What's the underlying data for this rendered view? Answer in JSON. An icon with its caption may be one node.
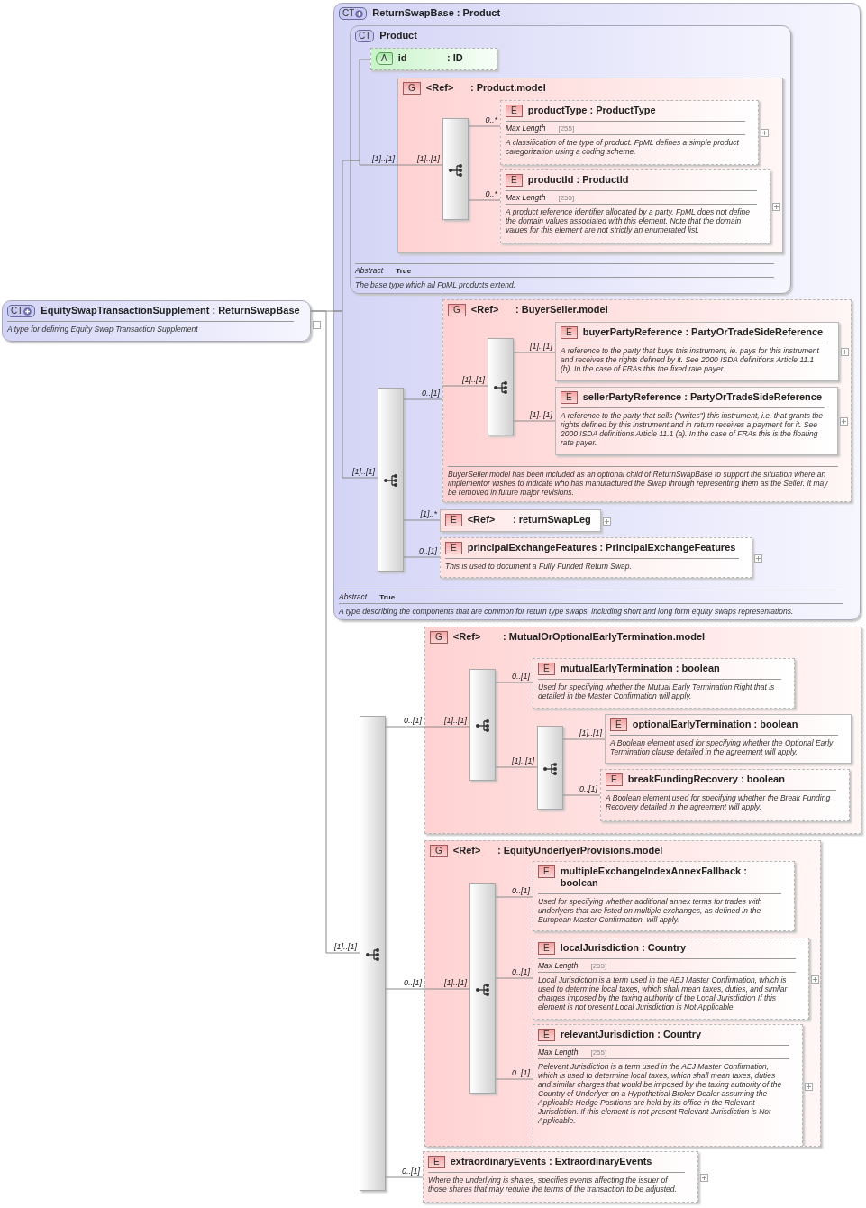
{
  "diagram": {
    "nodes": [
      {
        "text": [
          "CT",
          "EquitySwapTransactionSupplement : ReturnSwapBase",
          "A type for defining Equity Swap Transaction Supplement"
        ]
      },
      {
        "text": [
          "CT",
          "ReturnSwapBase : Product",
          "Abstract",
          "True",
          "A type describing the components that are common for return type swaps, including short and long form equity swaps representations."
        ]
      },
      {
        "text": [
          "CT",
          "Product",
          "Abstract",
          "True",
          "The base type which all FpML products extend."
        ],
        "in": 1
      },
      {
        "text": [
          "A",
          "id",
          ": ID"
        ],
        "in": 2
      },
      {
        "text": [
          "G",
          "<Ref>",
          ": Product.model"
        ],
        "in": 2
      },
      {
        "text": [],
        "shape": "bar",
        "in": 4
      },
      {
        "text": [
          "E",
          "productType : ProductType",
          "Max Length",
          "[255]",
          "A classification of the type of product. FpML defines a simple product categorization using a coding scheme."
        ],
        "in": 4
      },
      {
        "text": [
          "E",
          "productId : ProductId",
          "Max Length",
          "[255]",
          "A product reference identifier allocated by a party. FpML does not define the domain values associated with this element. Note that the domain values for this element are not strictly an enumerated list."
        ],
        "in": 4
      },
      {
        "text": [],
        "shape": "bar",
        "in": 1
      },
      {
        "text": [
          "G",
          "<Ref>",
          ": BuyerSeller.model",
          "BuyerSeller.model has been included as an optional child of ReturnSwapBase to support the situation where an implementor wishes to indicate who has manufactured the Swap through representing them as the Seller. It may be removed in future major revisions."
        ],
        "in": 1
      },
      {
        "text": [],
        "shape": "bar",
        "in": 9
      },
      {
        "text": [
          "E",
          "buyerPartyReference : PartyOrTradeSideReference",
          "A reference to the party that buys this instrument, ie. pays for this instrument and receives the rights defined by it. See 2000 ISDA definitions Article 11.1 (b). In the case of FRAs this the fixed rate payer."
        ],
        "in": 9
      },
      {
        "text": [
          "E",
          "sellerPartyReference : PartyOrTradeSideReference",
          "A reference to the party that sells (\"writes\") this instrument, i.e. that grants the rights defined by this instrument and in return receives a payment for it. See 2000 ISDA definitions Article 11.1 (a). In the case of FRAs this is the floating rate payer."
        ],
        "in": 9
      },
      {
        "text": [
          "E",
          "<Ref>",
          ": returnSwapLeg"
        ],
        "in": 1
      },
      {
        "text": [
          "E",
          "principalExchangeFeatures : PrincipalExchangeFeatures",
          "This is used to document a Fully Funded Return Swap."
        ],
        "in": 1
      },
      {
        "text": [],
        "shape": "bar"
      },
      {
        "text": [
          "G",
          "<Ref>",
          ": MutualOrOptionalEarlyTermination.model"
        ]
      },
      {
        "text": [],
        "shape": "bar",
        "in": 16
      },
      {
        "text": [
          "E",
          "mutualEarlyTermination : boolean",
          "Used for specifying whether the Mutual Early Termination Right that is detailed in the Master Confirmation will apply."
        ],
        "in": 16
      },
      {
        "text": [],
        "shape": "bar",
        "in": 16
      },
      {
        "text": [
          "E",
          "optionalEarlyTermination : boolean",
          "A Boolean element used for specifying whether the Optional Early Termination clause detailed in the agreement will apply."
        ],
        "in": 16
      },
      {
        "text": [
          "E",
          "breakFundingRecovery : boolean",
          "A Boolean element used for specifying whether the Break Funding Recovery detailed in the agreement will apply."
        ],
        "in": 16
      },
      {
        "text": [
          "G",
          "<Ref>",
          ": EquityUnderlyerProvisions.model"
        ]
      },
      {
        "text": [],
        "shape": "bar",
        "in": 22
      },
      {
        "text": [
          "E",
          "multipleExchangeIndexAnnexFallback : boolean",
          "Used for specifying whether additional annex terms for trades with underlyers that are listed on multiple exchanges, as defined in the European Master Confirmation, will apply."
        ],
        "in": 22
      },
      {
        "text": [
          "E",
          "localJurisdiction : Country",
          "Max Length",
          "[255]",
          "Local Jurisdiction is a term used in the AEJ Master Confirmation, which is used to determine local taxes, which shall mean taxes, duties, and similar charges imposed by the taxing authority of the Local Jurisdiction If this element is not present Local Jurisdiction is Not Applicable."
        ],
        "in": 22
      },
      {
        "text": [
          "E",
          "relevantJurisdiction : Country",
          "Max Length",
          "[255]",
          "Relevent Jurisdiction is a term used in the AEJ Master Confirmation, which is used to determine local taxes, which shall mean taxes, duties and similar charges that would be imposed by the taxing authority of the Country of Underlyer on a Hypothetical Broker Dealer assuming the Applicable Hedge Positions are held by its office in the Relevant Jurisdiction. If this element is not present Relevant Jurisdiction is Not Applicable."
        ],
        "in": 22
      },
      {
        "text": [
          "E",
          "extraordinaryEvents : ExtraordinaryEvents",
          "Where the underlying is shares, specifies events affecting the issuer of those shares that may require the terms of the transaction to be adjusted."
        ]
      }
    ],
    "edges": [
      {
        "from": 0,
        "to": 1,
        "arrow": "none"
      },
      {
        "from": 0,
        "to": 15,
        "arrow": "none",
        "label": "[1]..[1]"
      },
      {
        "from": 1,
        "to": 2,
        "arrow": "none"
      },
      {
        "from": 1,
        "to": 8,
        "arrow": "none",
        "label": "[1]..[1]"
      },
      {
        "from": 2,
        "to": 3,
        "arrow": "none"
      },
      {
        "from": 2,
        "to": 4,
        "arrow": "none",
        "label": "[1]..[1]"
      },
      {
        "from": 4,
        "to": 5,
        "arrow": "none",
        "label": "[1]..[1]"
      },
      {
        "from": 5,
        "to": 6,
        "arrow": "none",
        "label": "0..*"
      },
      {
        "from": 5,
        "to": 7,
        "arrow": "none",
        "label": "0..*"
      },
      {
        "from": 8,
        "to": 9,
        "arrow": "none",
        "label": "0..[1]"
      },
      {
        "from": 8,
        "to": 13,
        "arrow": "none",
        "label": "[1]..*"
      },
      {
        "from": 8,
        "to": 14,
        "arrow": "none",
        "label": "0..[1]"
      },
      {
        "from": 9,
        "to": 10,
        "arrow": "none",
        "label": "[1]..[1]"
      },
      {
        "from": 10,
        "to": 11,
        "arrow": "none",
        "label": "[1]..[1]"
      },
      {
        "from": 10,
        "to": 12,
        "arrow": "none",
        "label": "[1]..[1]"
      },
      {
        "from": 15,
        "to": 16,
        "arrow": "none",
        "label": "0..[1]"
      },
      {
        "from": 15,
        "to": 22,
        "arrow": "none",
        "label": "0..[1]"
      },
      {
        "from": 15,
        "to": 27,
        "arrow": "none",
        "label": "0..[1]"
      },
      {
        "from": 16,
        "to": 17,
        "arrow": "none",
        "label": "[1]..[1]"
      },
      {
        "from": 17,
        "to": 18,
        "arrow": "none",
        "label": "0..[1]"
      },
      {
        "from": 17,
        "to": 19,
        "arrow": "none",
        "label": "[1]..[1]"
      },
      {
        "from": 19,
        "to": 20,
        "arrow": "none",
        "label": "[1]..[1]"
      },
      {
        "from": 19,
        "to": 21,
        "arrow": "none",
        "label": "0..[1]"
      },
      {
        "from": 22,
        "to": 23,
        "arrow": "none",
        "label": "[1]..[1]"
      },
      {
        "from": 23,
        "to": 24,
        "arrow": "none",
        "label": "0..[1]"
      },
      {
        "from": 23,
        "to": 25,
        "arrow": "none",
        "label": "0..[1]"
      },
      {
        "from": 23,
        "to": 26,
        "arrow": "none",
        "label": "0..[1]"
      }
    ]
  }
}
